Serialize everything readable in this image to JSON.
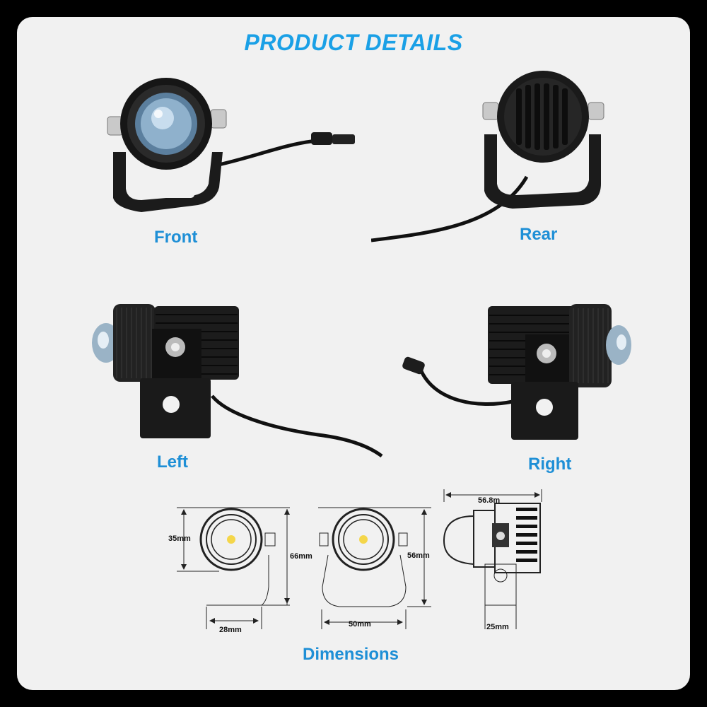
{
  "heading": "PRODUCT DETAILS",
  "views": {
    "front": "Front",
    "rear": "Rear",
    "left": "Left",
    "right": "Right"
  },
  "dimensions": {
    "caption": "Dimensions",
    "lens_diameter": "35mm",
    "front_height": "66mm",
    "bracket_depth": "28mm",
    "bracket_width": "50mm",
    "rear_height": "56mm",
    "body_length": "56.8m",
    "mount_width": "25mm"
  },
  "colors": {
    "accent": "#1e8fd6",
    "panel": "#f1f1f1",
    "frame": "#000000"
  }
}
